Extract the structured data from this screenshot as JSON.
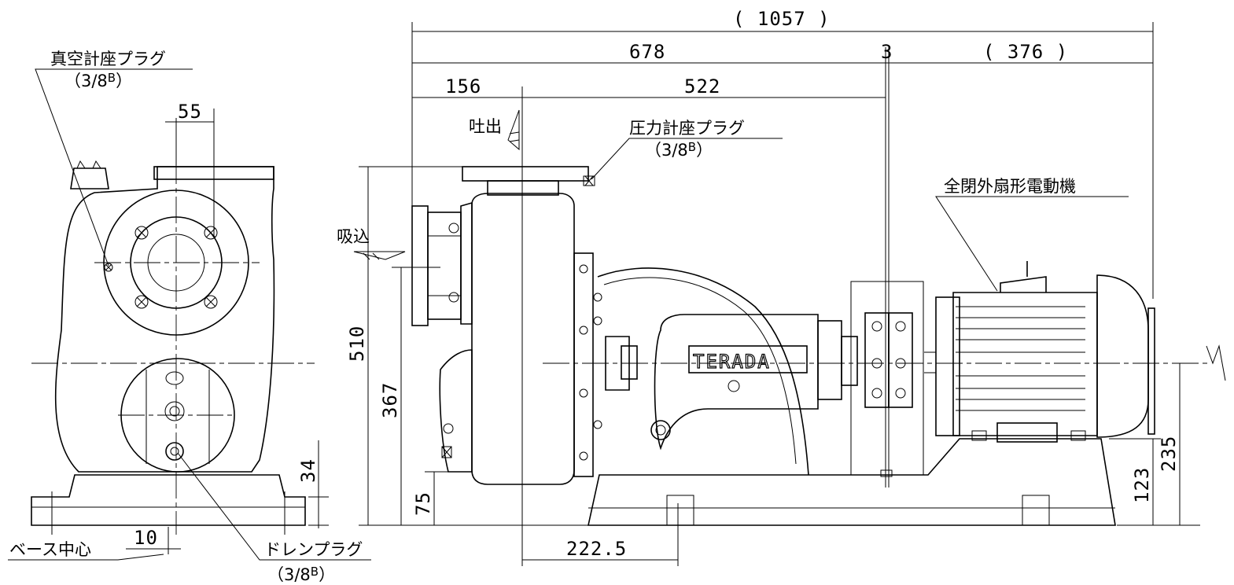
{
  "labels": {
    "vacuum_plug": "真空計座プラグ",
    "vacuum_plug_size": "（3/8",
    "pressure_plug": "圧力計座プラグ",
    "pressure_plug_size": "（3/8",
    "drain_plug": "ドレンプラグ",
    "drain_plug_size": "（3/8",
    "base_center": "ベース中心",
    "discharge": "吐出",
    "suction": "吸込",
    "motor": "全閉外扇形電動機",
    "brand": "TERADA",
    "size_sup": "B",
    "size_close": "）"
  },
  "dimensions": {
    "overall": "( 1057 )",
    "d678": "678",
    "d3": "3",
    "d376": "( 376 )",
    "d156": "156",
    "d522": "522",
    "d55": "55",
    "d510": "510",
    "d367": "367",
    "d75": "75",
    "d34": "34",
    "d10": "10",
    "d222": "222.5",
    "d123": "123",
    "d235": "235"
  }
}
